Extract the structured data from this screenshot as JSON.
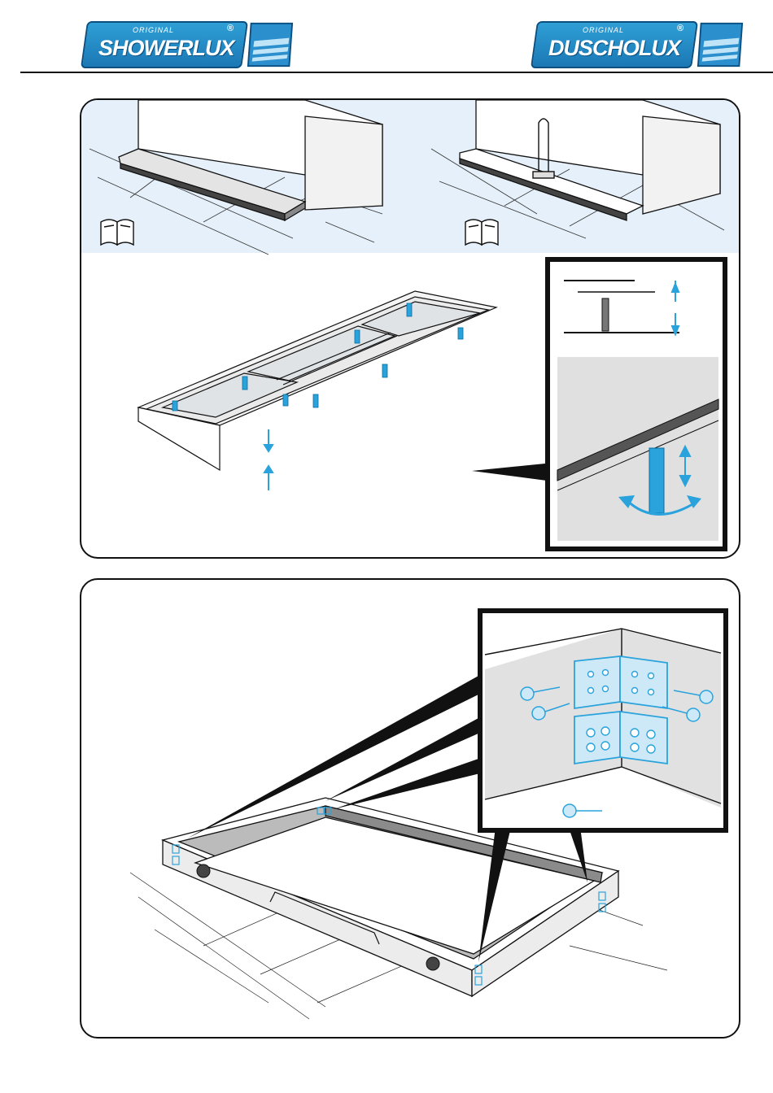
{
  "brands": [
    {
      "small": "ORIGINAL",
      "name": "SHOWERLUX",
      "mark": "®"
    },
    {
      "small": "ORIGINAL",
      "name": "DUSCHOLUX",
      "mark": "®"
    }
  ],
  "colors": {
    "brand_blue": "#1e86c6",
    "accent_blue": "#2aa3dc",
    "panel_band": "#e6f0fa",
    "line": "#111111"
  },
  "icons": [
    "manual-book-icon",
    "manual-book-icon",
    "rotate-arrow-icon",
    "screw-icon",
    "angle-bracket-icon"
  ]
}
